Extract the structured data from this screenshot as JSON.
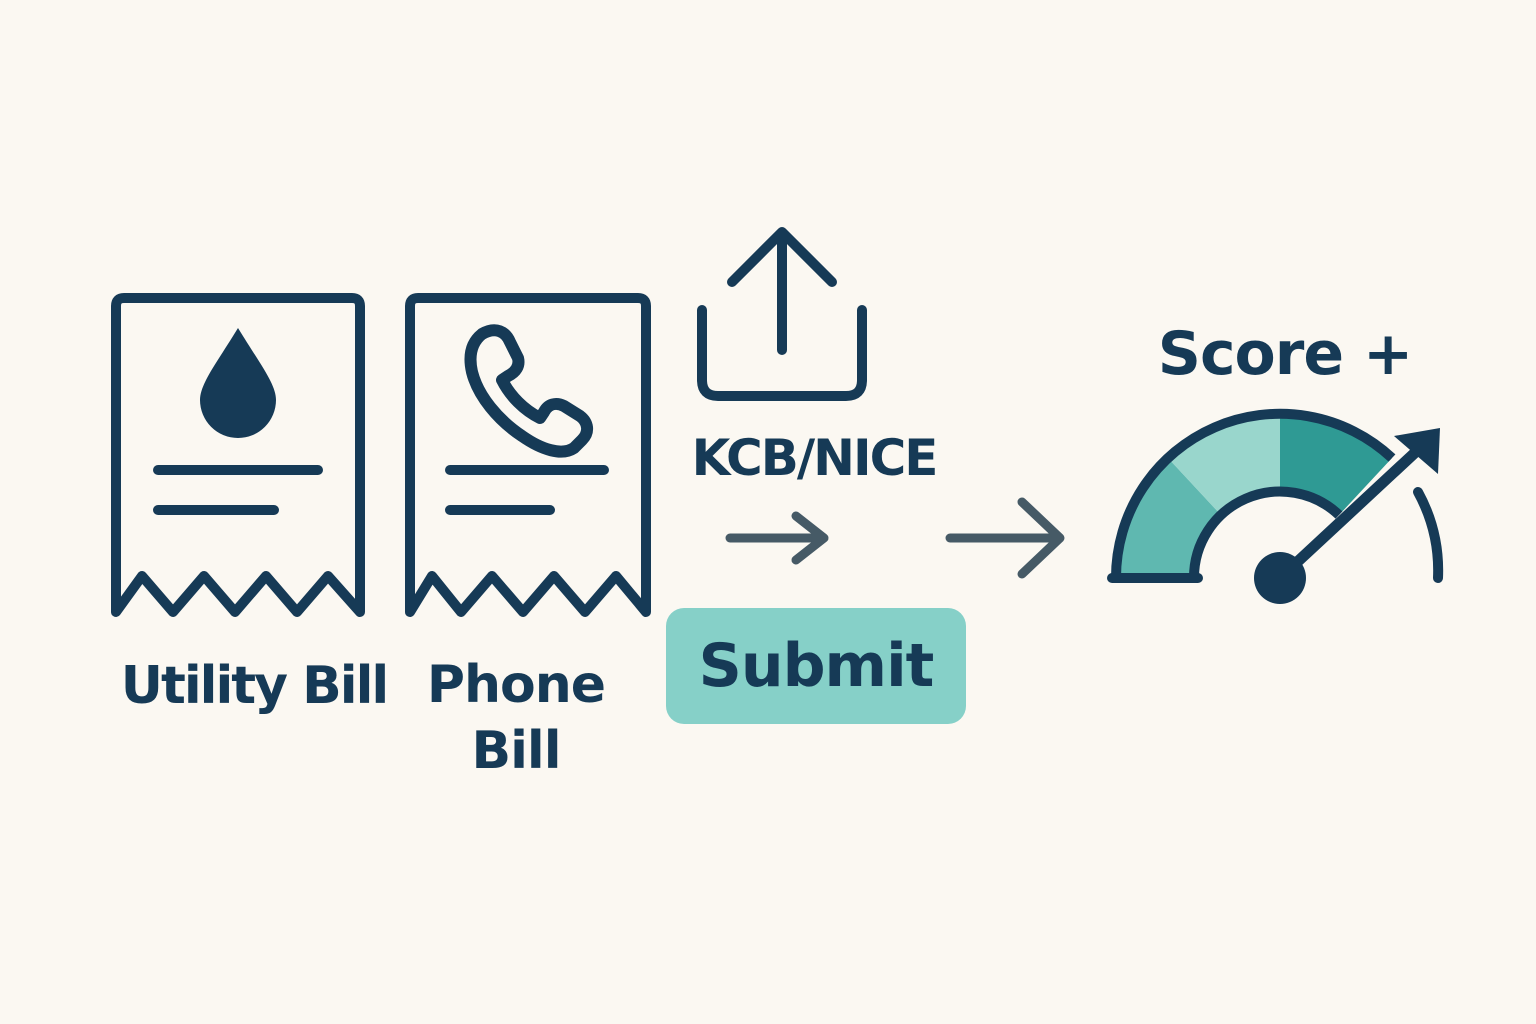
{
  "colors": {
    "background": "#fbf8f2",
    "ink": "#163a56",
    "arrow": "#465a66",
    "accent_light": "#86d0c8",
    "gauge_dark": "#2f9a94",
    "gauge_mid": "#5fb8b0",
    "gauge_light": "#99d6cc"
  },
  "icons": {
    "utility_bill": "water-drop-receipt",
    "phone_bill": "phone-receipt",
    "upload": "upload-tray",
    "score": "speedometer-gauge"
  },
  "steps": {
    "utility_bill_label": "Utility Bill",
    "phone_bill_line1": "Phone",
    "phone_bill_line2": "Bill",
    "bureau_label": "KCB/NICE",
    "submit_label": "Submit",
    "score_label": "Score +"
  }
}
